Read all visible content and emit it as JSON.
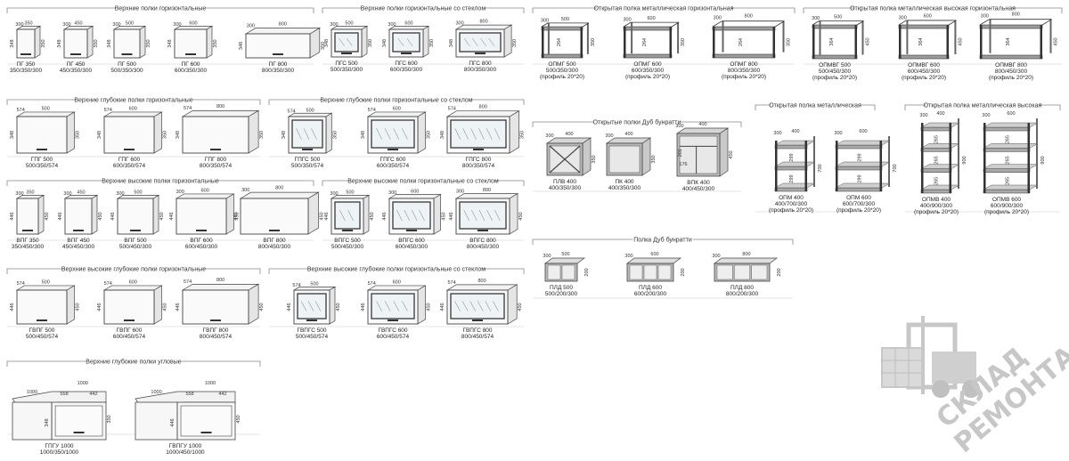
{
  "sections": [
    {
      "id": "s1",
      "title": "Верхние полки горизонтальные"
    },
    {
      "id": "s2",
      "title": "Верхние полки горизонтальные со стеклом"
    },
    {
      "id": "s3",
      "title": "Открытая полка металлическая горизонтальная"
    },
    {
      "id": "s4",
      "title": "Открытая полка металлическая высокая горизонтальная"
    },
    {
      "id": "s5",
      "title": "Верхние глубокие полки горизонтальные"
    },
    {
      "id": "s6",
      "title": "Верхние глубокие полки горизонтальные со стеклом"
    },
    {
      "id": "s7",
      "title": "Открытые полки Дуб бунратти"
    },
    {
      "id": "s8",
      "title": "Открытая полка металлическая"
    },
    {
      "id": "s9",
      "title": "Открытая полка металлическая высокая"
    },
    {
      "id": "s10",
      "title": "Верхние высокие полки горизонтальные"
    },
    {
      "id": "s11",
      "title": "Верхние высокие полки горизонтальные со стеклом"
    },
    {
      "id": "s12",
      "title": "Полка Дуб бунратти"
    },
    {
      "id": "s13",
      "title": "Верхние высокие глубокие полки горизонтальные"
    },
    {
      "id": "s14",
      "title": "Верхние высокие глубокие полки горизонтальные со стеклом"
    },
    {
      "id": "s15",
      "title": "Верхние глубокие полки угловые"
    }
  ],
  "items": [
    {
      "kind": "cab",
      "name": "ПГ 350",
      "size": "350/350/300",
      "dims": [
        "300",
        "350",
        "348",
        "350"
      ]
    },
    {
      "kind": "cab",
      "name": "ПГ 450",
      "size": "450/350/300",
      "dims": [
        "300",
        "450",
        "348",
        "350"
      ]
    },
    {
      "kind": "cab",
      "name": "ПГ 500",
      "size": "500/350/300",
      "dims": [
        "300",
        "500",
        "348",
        "350"
      ]
    },
    {
      "kind": "cab",
      "name": "ПГ 600",
      "size": "600/350/300",
      "dims": [
        "300",
        "600",
        "348",
        "350"
      ]
    },
    {
      "kind": "cab",
      "name": "ПГ 800",
      "size": "800/350/300",
      "dims": [
        "300",
        "800",
        "348",
        "350"
      ]
    },
    {
      "kind": "cab",
      "glass": true,
      "name": "ПГС 500",
      "size": "500/350/300",
      "dims": [
        "300",
        "500",
        "348",
        "350"
      ]
    },
    {
      "kind": "cab",
      "glass": true,
      "name": "ПГС 600",
      "size": "600/350/300",
      "dims": [
        "300",
        "600",
        "348",
        "350"
      ]
    },
    {
      "kind": "cab",
      "glass": true,
      "name": "ПГС 800",
      "size": "800/350/300",
      "dims": [
        "300",
        "800",
        "348",
        "350"
      ]
    },
    {
      "kind": "metal",
      "name": "ОПМГ 500",
      "size": "500/350/300",
      "note": "(профиль 20*20)",
      "dims": [
        "300",
        "500",
        "264",
        "350"
      ]
    },
    {
      "kind": "metal",
      "name": "ОПМГ 600",
      "size": "600/350/300",
      "note": "(профиль 20*20)",
      "dims": [
        "300",
        "600",
        "264",
        "350"
      ]
    },
    {
      "kind": "metal",
      "name": "ОПМГ 800",
      "size": "800/350/300",
      "note": "(профиль 20*20)",
      "dims": [
        "300",
        "800",
        "264",
        "350"
      ]
    },
    {
      "kind": "metal",
      "name": "ОПМВГ 500",
      "size": "500/450/300",
      "note": "(профиль 20*20)",
      "dims": [
        "300",
        "500",
        "364",
        "450"
      ]
    },
    {
      "kind": "metal",
      "name": "ОПМВГ 600",
      "size": "600/450/300",
      "note": "(профиль 20*20)",
      "dims": [
        "300",
        "600",
        "364",
        "450"
      ]
    },
    {
      "kind": "metal",
      "name": "ОПМВГ 800",
      "size": "800/450/300",
      "note": "(профиль 20*20)",
      "dims": [
        "300",
        "800",
        "364",
        "450"
      ]
    },
    {
      "kind": "cab",
      "name": "ГПГ 500",
      "size": "500/350/574",
      "dims": [
        "574",
        "500",
        "348",
        "350"
      ]
    },
    {
      "kind": "cab",
      "name": "ГПГ 600",
      "size": "600/350/574",
      "dims": [
        "574",
        "600",
        "348",
        "350"
      ]
    },
    {
      "kind": "cab",
      "name": "ГПГ 800",
      "size": "800/350/574",
      "dims": [
        "574",
        "800",
        "348",
        "350"
      ]
    },
    {
      "kind": "cab",
      "glass": true,
      "name": "ГПГС 500",
      "size": "500/350/574",
      "dims": [
        "574",
        "500",
        "348",
        "350"
      ]
    },
    {
      "kind": "cab",
      "glass": true,
      "name": "ГПГС 600",
      "size": "600/350/574",
      "dims": [
        "574",
        "600",
        "348",
        "350"
      ]
    },
    {
      "kind": "cab",
      "glass": true,
      "name": "ГПГС 800",
      "size": "800/350/574",
      "dims": [
        "574",
        "800",
        "348",
        "350"
      ]
    },
    {
      "kind": "oak",
      "variant": "x",
      "name": "ПЛВ 400",
      "size": "400/350/300",
      "dims": [
        "300",
        "400",
        "350"
      ]
    },
    {
      "kind": "oak",
      "variant": "box",
      "name": "ПК 400",
      "size": "400/350/300",
      "dims": [
        "300",
        "400",
        "350"
      ]
    },
    {
      "kind": "oak",
      "variant": "split",
      "name": "ВПК 400",
      "size": "400/450/300",
      "dims": [
        "300",
        "400",
        "450",
        "201",
        "176"
      ]
    },
    {
      "kind": "rack",
      "name": "ОПМ 400",
      "size": "400/700/300",
      "note": "(профиль 20*20)",
      "dims": [
        "300",
        "400",
        "299",
        "299",
        "700"
      ]
    },
    {
      "kind": "rack",
      "name": "ОПМ 600",
      "size": "600/700/300",
      "note": "(профиль 20*20)",
      "dims": [
        "300",
        "600",
        "299",
        "299",
        "700"
      ]
    },
    {
      "kind": "rack",
      "tall": true,
      "name": "ОПМВ 400",
      "size": "400/900/300",
      "note": "(профиль 20*20)",
      "dims": [
        "300",
        "400",
        "265",
        "265",
        "265",
        "900"
      ]
    },
    {
      "kind": "rack",
      "tall": true,
      "name": "ОПМВ 600",
      "size": "600/900/300",
      "note": "(профиль 20*20)",
      "dims": [
        "300",
        "600",
        "265",
        "265",
        "265",
        "900"
      ]
    },
    {
      "kind": "cab",
      "name": "ВПГ 350",
      "size": "350/450/300",
      "dims": [
        "300",
        "350",
        "446",
        "450"
      ]
    },
    {
      "kind": "cab",
      "name": "ВПГ 450",
      "size": "450/450/300",
      "dims": [
        "300",
        "450",
        "446",
        "450"
      ]
    },
    {
      "kind": "cab",
      "name": "ВПГ 500",
      "size": "500/450/300",
      "dims": [
        "300",
        "500",
        "446",
        "450"
      ]
    },
    {
      "kind": "cab",
      "name": "ВПГ 600",
      "size": "600/450/300",
      "dims": [
        "300",
        "600",
        "446",
        "450"
      ]
    },
    {
      "kind": "cab",
      "name": "ВПГ 800",
      "size": "800/450/300",
      "dims": [
        "300",
        "800",
        "446",
        "450"
      ]
    },
    {
      "kind": "cab",
      "glass": true,
      "name": "ВПГС 500",
      "size": "500/450/300",
      "dims": [
        "300",
        "500",
        "446",
        "450"
      ]
    },
    {
      "kind": "cab",
      "glass": true,
      "name": "ВПГС 600",
      "size": "600/450/300",
      "dims": [
        "300",
        "600",
        "446",
        "450"
      ]
    },
    {
      "kind": "cab",
      "glass": true,
      "name": "ВПГС 800",
      "size": "800/450/300",
      "dims": [
        "300",
        "800",
        "446",
        "450"
      ]
    },
    {
      "kind": "oakshelf",
      "name": "ПЛД 500",
      "size": "500/200/300",
      "dims": [
        "300",
        "500",
        "200"
      ]
    },
    {
      "kind": "oakshelf",
      "name": "ПЛД 600",
      "size": "600/200/300",
      "dims": [
        "300",
        "600",
        "200"
      ]
    },
    {
      "kind": "oakshelf",
      "name": "ПЛД 800",
      "size": "800/200/300",
      "dims": [
        "300",
        "800",
        "200"
      ]
    },
    {
      "kind": "cab",
      "name": "ГВПГ 500",
      "size": "500/450/574",
      "dims": [
        "574",
        "500",
        "446",
        "450"
      ]
    },
    {
      "kind": "cab",
      "name": "ГВПГ 600",
      "size": "600/450/574",
      "dims": [
        "574",
        "600",
        "446",
        "450"
      ]
    },
    {
      "kind": "cab",
      "name": "ГВПГ 800",
      "size": "800/450/574",
      "dims": [
        "574",
        "800",
        "446",
        "450"
      ]
    },
    {
      "kind": "cab",
      "glass": true,
      "name": "ГВПГС 500",
      "size": "500/450/574",
      "dims": [
        "574",
        "500",
        "446",
        "450"
      ]
    },
    {
      "kind": "cab",
      "glass": true,
      "name": "ГВПГС 600",
      "size": "600/450/574",
      "dims": [
        "574",
        "600",
        "446",
        "450"
      ]
    },
    {
      "kind": "cab",
      "glass": true,
      "name": "ГВПГС 800",
      "size": "800/450/574",
      "dims": [
        "574",
        "800",
        "446",
        "450"
      ]
    },
    {
      "kind": "corner",
      "name": "ГПГУ 1000",
      "size": "1000/350/1000",
      "dims": [
        "1000",
        "1000",
        "558",
        "442",
        "348",
        "350"
      ]
    },
    {
      "kind": "corner",
      "name": "ГВПГУ 1000",
      "size": "1000/450/1000",
      "dims": [
        "1000",
        "1000",
        "558",
        "442",
        "446",
        "450"
      ]
    }
  ],
  "watermark": {
    "line1": "СКЛАД",
    "line2": "РЕМОНТА",
    "icon": "forklift-icon"
  },
  "colors": {
    "line": "#444444",
    "frame": "#888888",
    "dark": "#333333",
    "oak": "#bbbbbb",
    "accent": "#555555"
  }
}
